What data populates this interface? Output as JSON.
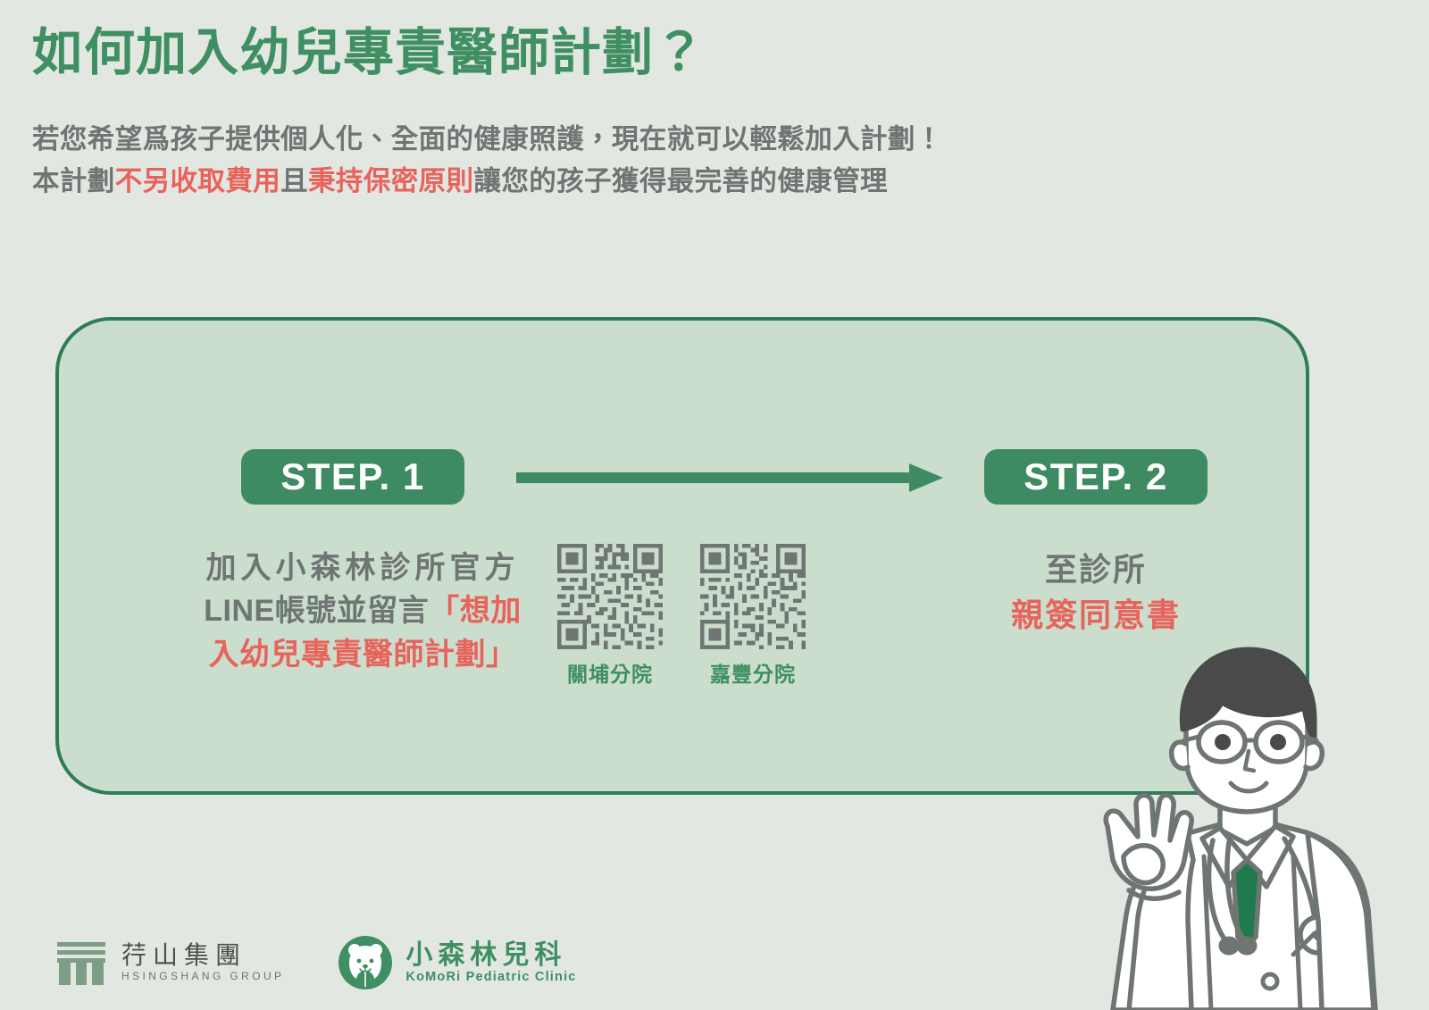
{
  "page": {
    "background_color": "#e2e8e1",
    "title": "如何加入幼兒專責醫師計劃？"
  },
  "header": {
    "title": "如何加入幼兒專責醫師計劃？",
    "subtitle_line1": "若您希望爲孩子提供個人化、全面的健康照護，現在就可以輕鬆加入計劃！",
    "subtitle_line2_part1": "本計劃",
    "subtitle_line2_accent1": "不另收取費用",
    "subtitle_line2_part2": "且",
    "subtitle_line2_accent2": "秉持保密原則",
    "subtitle_line2_part3": "讓您的孩子獲得最完善的健康管理"
  },
  "panel": {
    "fill_color": "#cbddcc",
    "border_color": "#2e7d57",
    "steps": [
      {
        "badge_label": "STEP. 1",
        "desc_line1": "加入小森林診所官方",
        "desc_line2_gray": "LINE帳號並留言",
        "desc_line2_red": "「想加",
        "desc_line3_red": "入幼兒專責醫師計劃」"
      },
      {
        "badge_label": "STEP. 2",
        "desc_line1": "至診所",
        "desc_line2_red": "親簽同意書"
      }
    ],
    "arrow": {
      "icon": "right-arrow-icon",
      "color": "#3d8a63"
    },
    "qr_codes": [
      {
        "label": "關埔分院",
        "icon": "qr-code-icon"
      },
      {
        "label": "嘉豐分院",
        "icon": "qr-code-icon"
      }
    ]
  },
  "illustration": {
    "name": "doctor-ok-gesture-illustration",
    "coat_color": "#ffffff",
    "outline_color": "#6e7572",
    "hair_color": "#4a4a4a",
    "tie_color": "#1f7a4d"
  },
  "footer": {
    "logos": [
      {
        "icon": "hsingshang-group-logo-icon",
        "name_cn": "荇山集團",
        "name_en": "HSINGSHANG GROUP",
        "color": "#7d9e85"
      },
      {
        "icon": "komori-bear-logo-icon",
        "name_cn": "小森林兒科",
        "name_en": "KoMoRi Pediatric Clinic",
        "color": "#3f8f63"
      }
    ]
  },
  "colors": {
    "brand_green": "#3f8f63",
    "deep_green": "#2e7d57",
    "badge_green": "#3d8a63",
    "accent_red": "#e8635c",
    "body_gray": "#6e7572",
    "panel_fill": "#cbddcc",
    "page_bg": "#e2e8e1",
    "qr_dark": "#6e7572"
  }
}
